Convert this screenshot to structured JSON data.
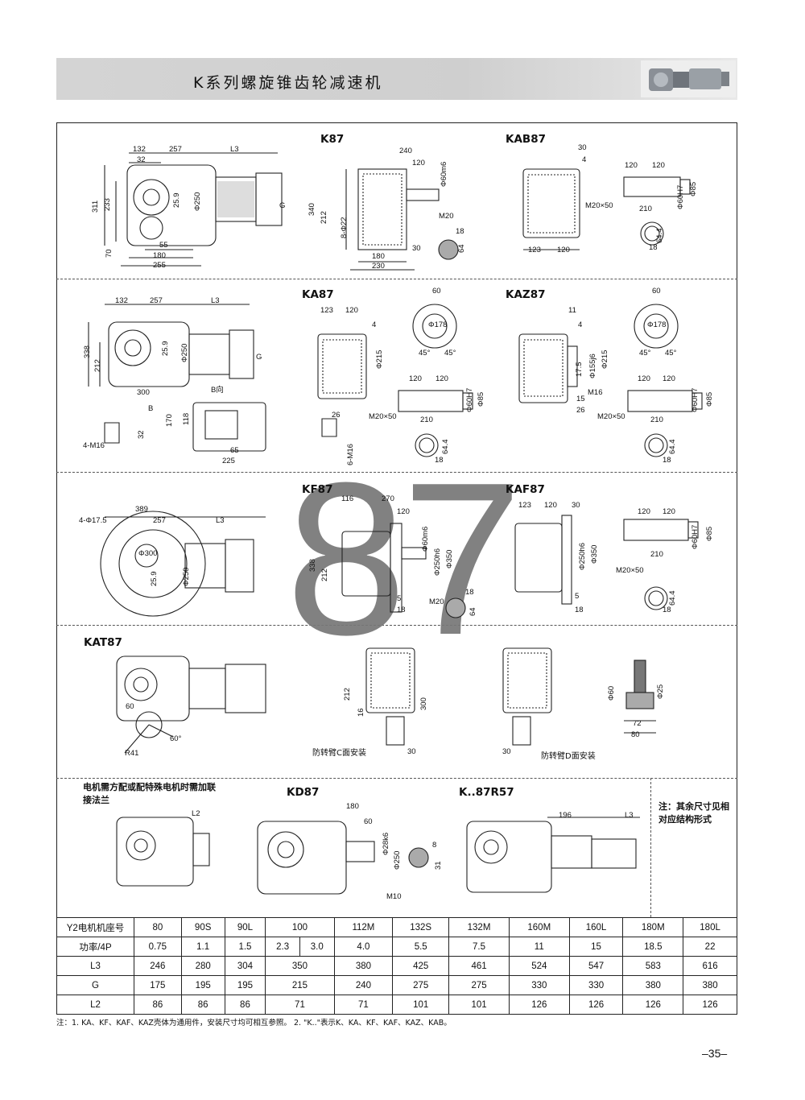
{
  "header": {
    "title": "K系列螺旋锥齿轮减速机"
  },
  "big_number": "87",
  "sections": {
    "k87": {
      "title": "K87",
      "dims": [
        "132",
        "257",
        "L3",
        "32",
        "311",
        "233",
        "70",
        "Φ250",
        "25.9",
        "G",
        "55",
        "180",
        "255"
      ]
    },
    "k87_side": {
      "dims": [
        "240",
        "120",
        "Φ60m6",
        "340",
        "212",
        "8-Φ22",
        "M20",
        "30",
        "180",
        "230",
        "18",
        "64"
      ]
    },
    "kab87": {
      "title": "KAB87",
      "dims": [
        "30",
        "4",
        "120",
        "120",
        "Φ85",
        "M20×50",
        "210",
        "Φ60H7",
        "64.4",
        "18",
        "123",
        "120"
      ]
    },
    "ka87": {
      "title": "KA87",
      "dims": [
        "123",
        "120",
        "4",
        "Φ215",
        "60",
        "Φ178",
        "45°",
        "45°",
        "120",
        "120",
        "Φ85",
        "Φ60H7",
        "M20×50",
        "210",
        "26",
        "6-M16",
        "64.4",
        "18"
      ]
    },
    "ka87_left": {
      "dims": [
        "132",
        "257",
        "L3",
        "338",
        "212",
        "Φ250",
        "25.9",
        "G",
        "300",
        "B向",
        "B",
        "170",
        "118",
        "65",
        "225",
        "4-M16",
        "32"
      ]
    },
    "kaz87": {
      "title": "KAZ87",
      "dims": [
        "11",
        "4",
        "Φ155j6",
        "17.5",
        "Φ215",
        "60",
        "Φ178",
        "45°",
        "45°",
        "M16",
        "15",
        "26",
        "120",
        "120",
        "Φ85",
        "Φ60H7",
        "M20×50",
        "210",
        "64.4",
        "18"
      ]
    },
    "kf87": {
      "title": "KF87",
      "dims": [
        "116",
        "270",
        "120",
        "Φ60m6",
        "Φ250h6",
        "Φ350",
        "338",
        "212",
        "5",
        "18",
        "M20",
        "18",
        "64"
      ]
    },
    "kf87_left": {
      "dims": [
        "389",
        "257",
        "L3",
        "4-Φ17.5",
        "Φ300",
        "25.9",
        "Φ250"
      ]
    },
    "kaf87": {
      "title": "KAF87",
      "dims": [
        "123",
        "120",
        "30",
        "Φ250h6",
        "Φ350",
        "5",
        "18",
        "120",
        "120",
        "Φ85",
        "Φ60H7",
        "210",
        "M20×50",
        "64.4",
        "18"
      ]
    },
    "kat87": {
      "title": "KAT87",
      "dims": [
        "60",
        "60°",
        "R41",
        "212",
        "16",
        "300",
        "30",
        "30",
        "Φ60",
        "Φ25",
        "72",
        "80"
      ],
      "caption_c": "防转臂C面安装",
      "caption_d": "防转臂D面安装"
    },
    "kd87": {
      "title": "KD87",
      "dims": [
        "180",
        "60",
        "Φ28k6",
        "Φ250",
        "8",
        "31",
        "M10"
      ],
      "motor_note": "电机需方配或配特殊电机时需加联接法兰",
      "l2": "L2"
    },
    "k87r57": {
      "title": "K..87R57",
      "dims": [
        "196",
        "L3"
      ]
    },
    "note": "注：其余尺寸见相对应结构形式"
  },
  "table": {
    "rows": [
      {
        "label": "Y2电机机座号",
        "cells": [
          "80",
          "90S",
          "90L",
          "100",
          "112M",
          "132S",
          "132M",
          "160M",
          "160L",
          "180M",
          "180L"
        ]
      },
      {
        "label": "功率/4P",
        "cells": [
          "0.75",
          "1.1",
          "1.5",
          "2.3",
          "3.0",
          "4.0",
          "5.5",
          "7.5",
          "11",
          "15",
          "18.5",
          "22"
        ]
      },
      {
        "label": "L3",
        "cells": [
          "246",
          "280",
          "304",
          "350",
          "380",
          "425",
          "461",
          "524",
          "547",
          "583",
          "616"
        ]
      },
      {
        "label": "G",
        "cells": [
          "175",
          "195",
          "195",
          "215",
          "240",
          "275",
          "275",
          "330",
          "330",
          "380",
          "380"
        ]
      },
      {
        "label": "L2",
        "cells": [
          "86",
          "86",
          "86",
          "71",
          "71",
          "101",
          "101",
          "126",
          "126",
          "126",
          "126"
        ]
      }
    ]
  },
  "footnote": "注：1. KA、KF、KAF、KAZ壳体为通用件，安装尺寸均可相互参照。   2. \"K..\"表示K、KA、KF、KAF、KAZ、KAB。",
  "page_number": "–35–"
}
